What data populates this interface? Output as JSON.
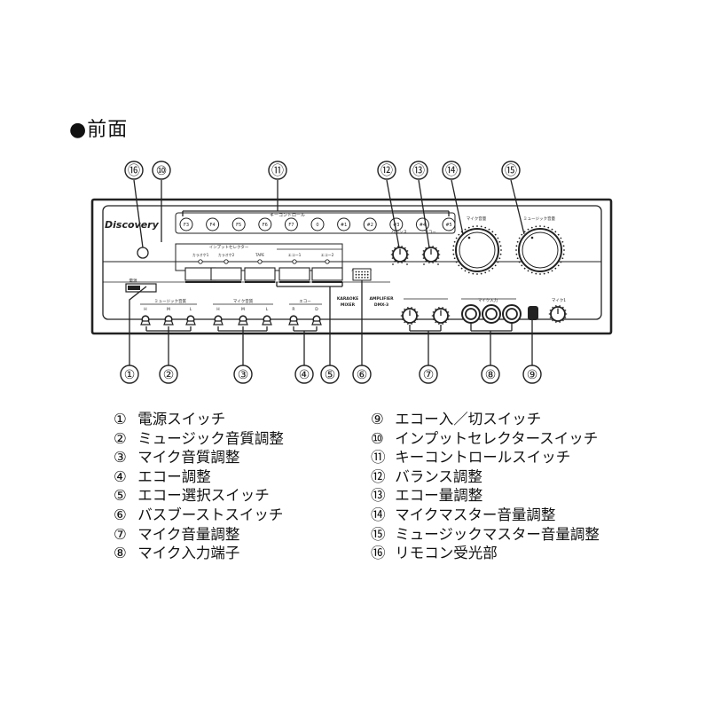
{
  "heading": "●前面",
  "panel": {
    "brand": "Discovery",
    "key_control_label": "キーコントロール",
    "key_buttons": [
      "F3",
      "F4",
      "F5",
      "F6",
      "F7",
      "0",
      "#1",
      "#2",
      "#3",
      "#4",
      "#5"
    ],
    "input_selector_label": "インプットセレクター",
    "input_buttons": [
      "カラオケ1",
      "カラオケ2",
      "TAPE",
      "エコー1",
      "エコー2"
    ],
    "balance_label": "バランス",
    "echo_label": "エコー",
    "mic_volume_label": "マイク音量",
    "music_volume_label": "ミュージック音量",
    "power_label": "電源",
    "music_tone_label": "ミュージック音質",
    "mic_tone_label": "マイク音質",
    "echo_adjust_label": "エコー",
    "mic_input_label": "マイク入力",
    "mic1_label": "マイク1",
    "bass_boost_label": "バスブースト",
    "model_lines": [
      "KARAOKE",
      "MIXER",
      "AMPLIFIER",
      "DMX-3"
    ]
  },
  "callouts": [
    "①",
    "②",
    "③",
    "④",
    "⑤",
    "⑥",
    "⑦",
    "⑧",
    "⑨",
    "⑩",
    "⑪",
    "⑫",
    "⑬",
    "⑭",
    "⑮",
    "⑯"
  ],
  "legend": {
    "left": [
      {
        "num": "①",
        "text": "電源スイッチ"
      },
      {
        "num": "②",
        "text": "ミュージック音質調整"
      },
      {
        "num": "③",
        "text": "マイク音質調整"
      },
      {
        "num": "④",
        "text": "エコー調整"
      },
      {
        "num": "⑤",
        "text": "エコー選択スイッチ"
      },
      {
        "num": "⑥",
        "text": "バスブーストスイッチ"
      },
      {
        "num": "⑦",
        "text": "マイク音量調整"
      },
      {
        "num": "⑧",
        "text": "マイク入力端子"
      }
    ],
    "right": [
      {
        "num": "⑨",
        "text": "エコー入／切スイッチ"
      },
      {
        "num": "⑩",
        "text": "インプットセレクタースイッチ"
      },
      {
        "num": "⑪",
        "text": "キーコントロールスイッチ"
      },
      {
        "num": "⑫",
        "text": "バランス調整"
      },
      {
        "num": "⑬",
        "text": "エコー量調整"
      },
      {
        "num": "⑭",
        "text": "マイクマスター音量調整"
      },
      {
        "num": "⑮",
        "text": "ミュージックマスター音量調整"
      },
      {
        "num": "⑯",
        "text": "リモコン受光部"
      }
    ]
  }
}
